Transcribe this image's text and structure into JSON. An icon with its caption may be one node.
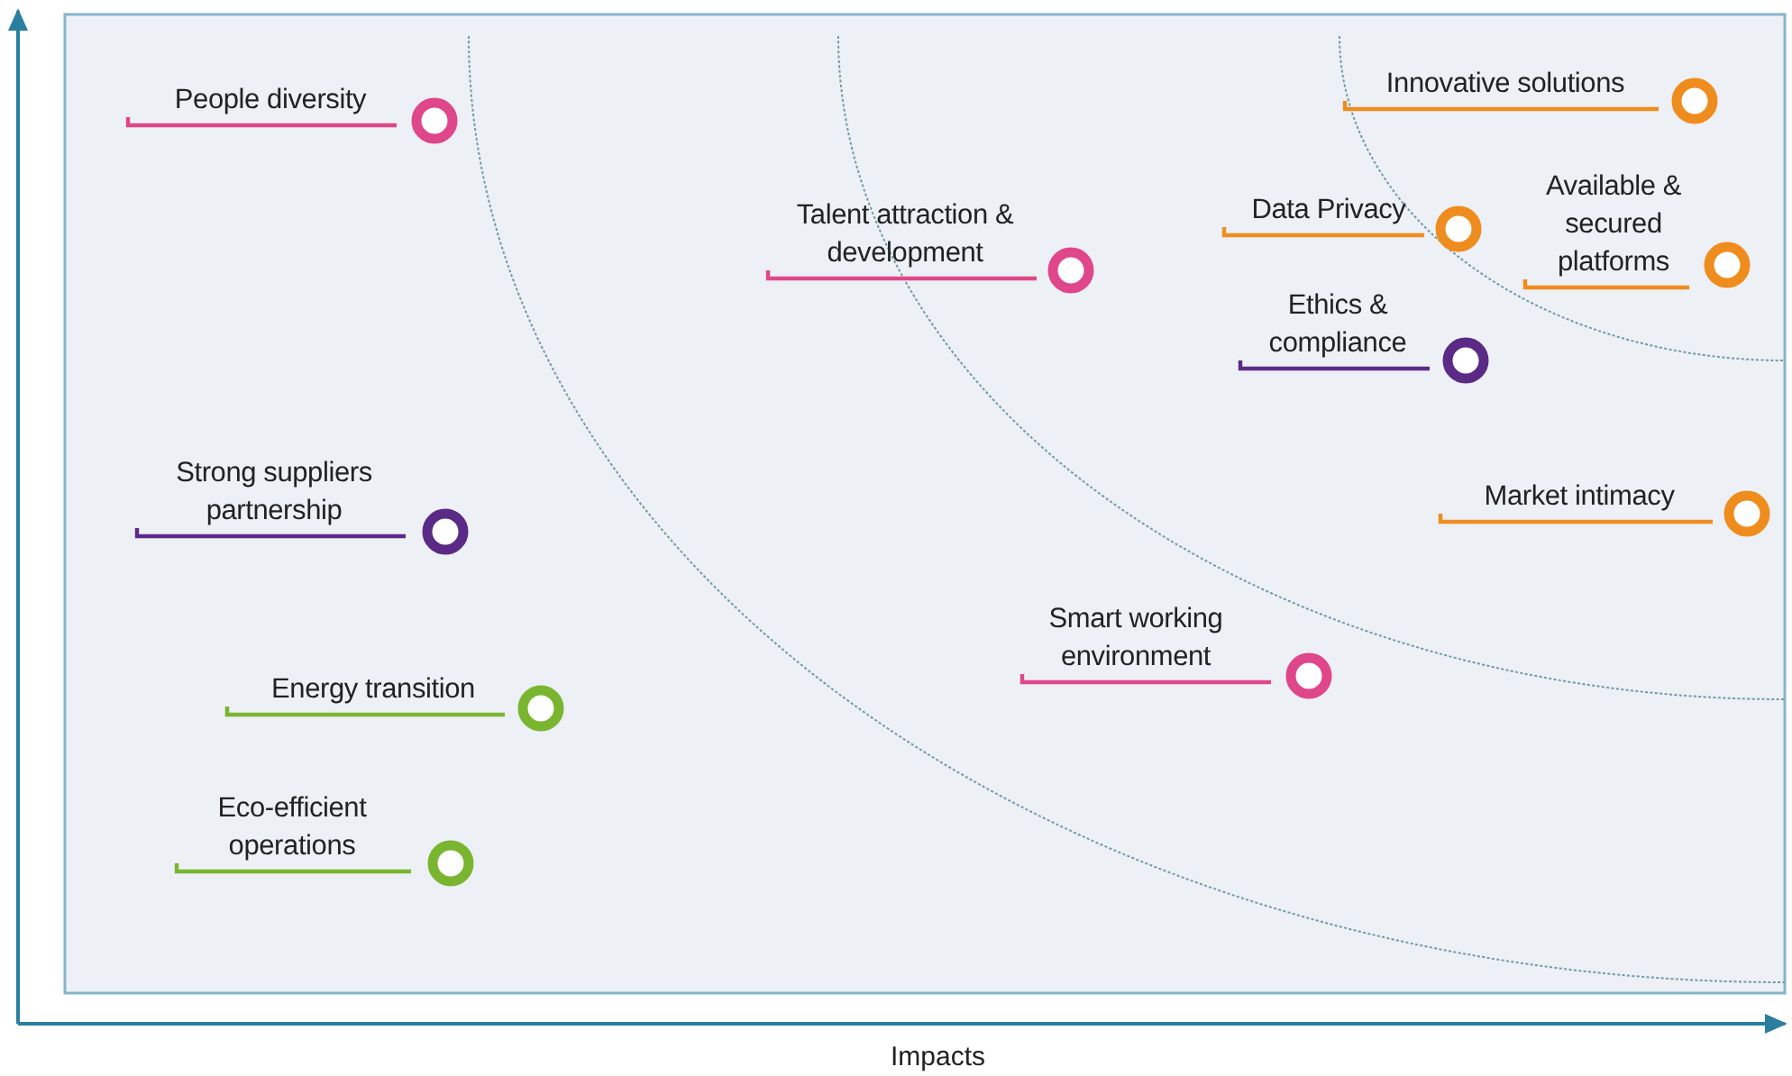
{
  "diagram": {
    "nodes": [
      {
        "text": [
          "People diversity"
        ]
      },
      {
        "text": [
          "Talent attraction & development"
        ]
      },
      {
        "text": [
          "Innovative solutions"
        ]
      },
      {
        "text": [
          "Data Privacy"
        ]
      },
      {
        "text": [
          "Available & secured platforms"
        ]
      },
      {
        "text": [
          "Ethics & compliance"
        ]
      },
      {
        "text": [
          "Strong suppliers partnership"
        ]
      },
      {
        "text": [
          "Market intimacy"
        ]
      },
      {
        "text": [
          "Smart working environment"
        ]
      },
      {
        "text": [
          "Energy transition"
        ]
      },
      {
        "text": [
          "Eco-efficient operations"
        ]
      }
    ],
    "labels": [
      "Impacts"
    ]
  }
}
